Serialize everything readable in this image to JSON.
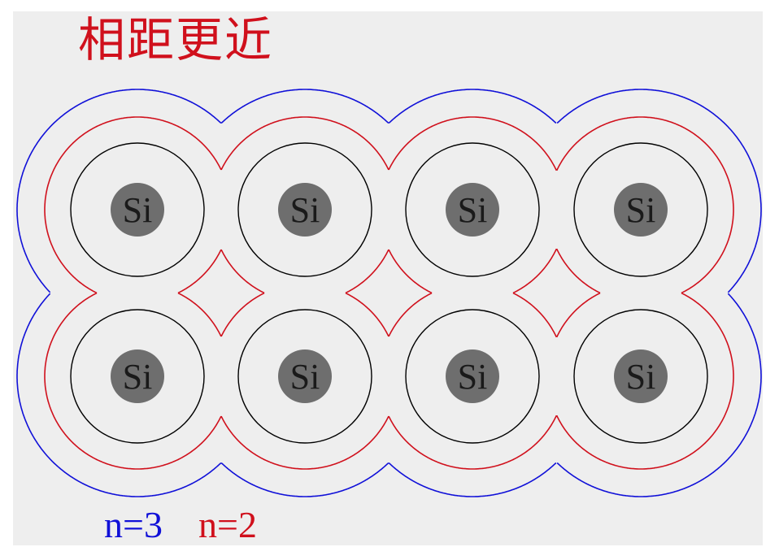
{
  "title": {
    "text": "相距更近",
    "color": "#d0101c"
  },
  "legend": [
    {
      "text": "n=3",
      "color": "#1010d8"
    },
    {
      "text": "n=2",
      "color": "#d0101c"
    }
  ],
  "atoms": {
    "label": "Si",
    "rows": 2,
    "cols": 4,
    "core_color": "#6e6e6e",
    "label_color": "#1a1a1a",
    "inner_shell_color": "#000000"
  },
  "envelopes": [
    {
      "shell": "n=3",
      "color": "#1010d8"
    },
    {
      "shell": "n=2",
      "color": "#d0101c"
    }
  ]
}
